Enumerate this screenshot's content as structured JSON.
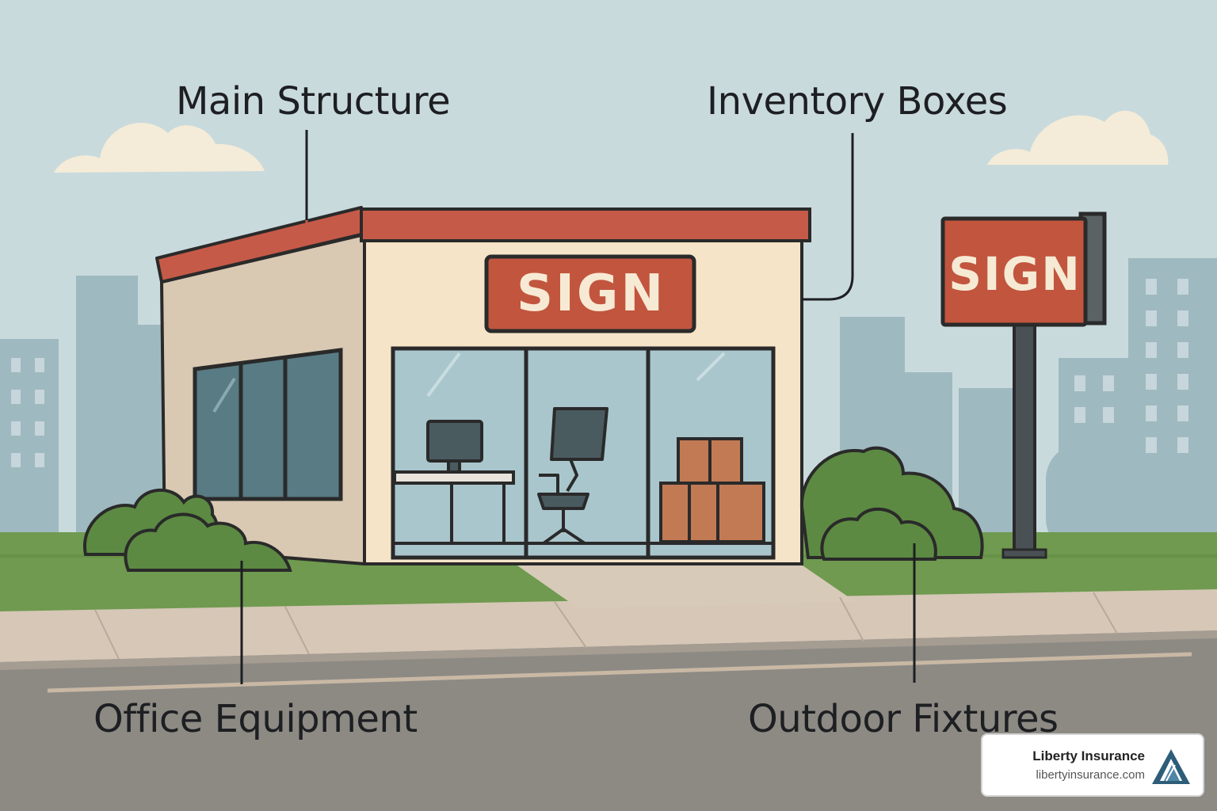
{
  "labels": {
    "main_structure": "Main Structure",
    "inventory_boxes": "Inventory Boxes",
    "office_equipment": "Office Equipment",
    "outdoor_fixtures": "Outdoor Fixtures"
  },
  "signs": {
    "storefront": "SIGN",
    "pole": "SIGN"
  },
  "brand": {
    "name": "Liberty Insurance",
    "url": "libertyinsurance.com",
    "logo_icon": "triangle-logo-icon"
  },
  "colors": {
    "sky": "#c9dadd",
    "roof": "#c65a48",
    "wall": "#f6e4c8",
    "sign": "#c2553e",
    "grass": "#6f9a4f",
    "bush": "#5c8a42",
    "road": "#8d8a84",
    "sidewalk": "#d6c7b7",
    "buildings": "#9fb9c0",
    "logo": "#2d5d78"
  }
}
